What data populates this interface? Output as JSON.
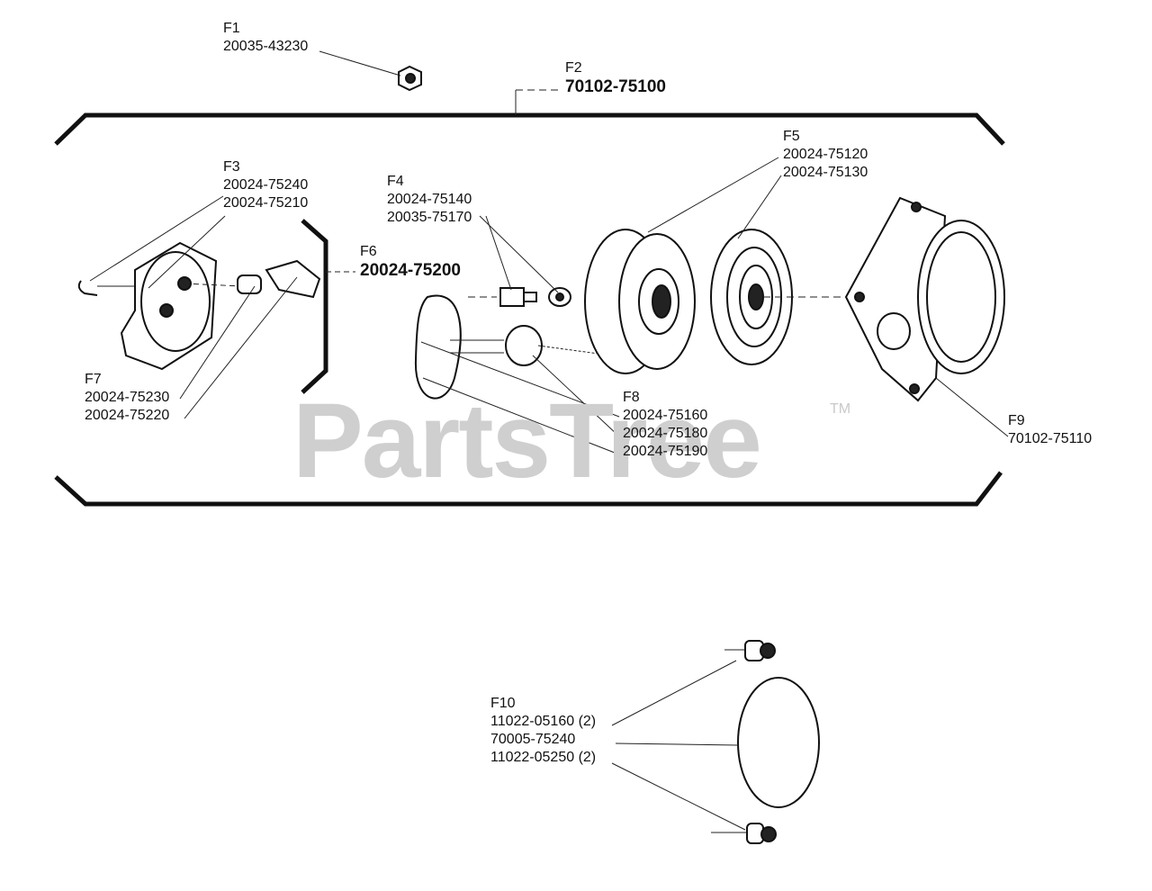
{
  "watermark": {
    "text": "PartsTree",
    "trademark": "TM"
  },
  "callouts": [
    {
      "id": "F1",
      "ref": "F1",
      "part_numbers": [
        "20035-43230"
      ]
    },
    {
      "id": "F2",
      "ref": "F2",
      "part_numbers": [
        "70102-75100"
      ]
    },
    {
      "id": "F3",
      "ref": "F3",
      "part_numbers": [
        "20024-75240",
        "20024-75210"
      ]
    },
    {
      "id": "F4",
      "ref": "F4",
      "part_numbers": [
        "20024-75140",
        "20035-75170"
      ]
    },
    {
      "id": "F5",
      "ref": "F5",
      "part_numbers": [
        "20024-75120",
        "20024-75130"
      ]
    },
    {
      "id": "F6",
      "ref": "F6",
      "part_numbers": [
        "20024-75200"
      ]
    },
    {
      "id": "F7",
      "ref": "F7",
      "part_numbers": [
        "20024-75230",
        "20024-75220"
      ]
    },
    {
      "id": "F8",
      "ref": "F8",
      "part_numbers": [
        "20024-75160",
        "20024-75180",
        "20024-75190"
      ]
    },
    {
      "id": "F9",
      "ref": "F9",
      "part_numbers": [
        "70102-75110"
      ]
    },
    {
      "id": "F10",
      "ref": "F10",
      "part_numbers": [
        "11022-05160 (2)",
        "70005-75240",
        "11022-05250 (2)"
      ]
    }
  ]
}
